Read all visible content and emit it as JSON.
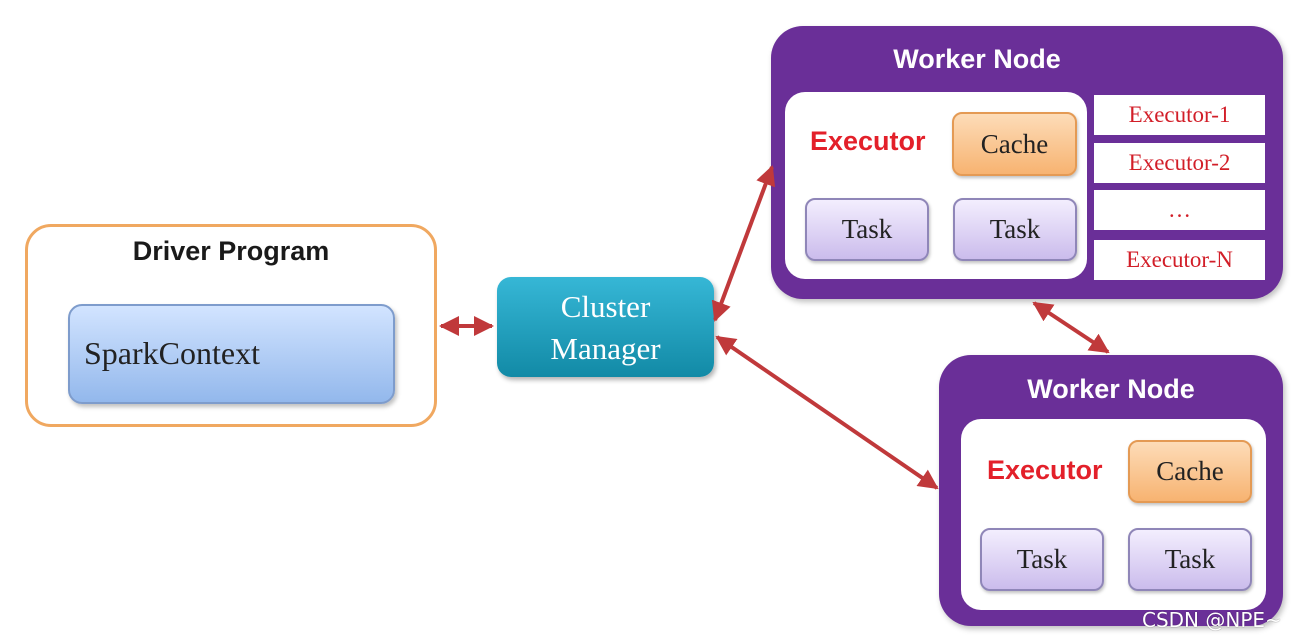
{
  "driver": {
    "title": "Driver Program",
    "context_label": "SparkContext"
  },
  "cluster_manager": {
    "line1": "Cluster",
    "line2": "Manager"
  },
  "worker_nodes": [
    {
      "title": "Worker Node",
      "executor_label": "Executor",
      "cache_label": "Cache",
      "tasks": [
        "Task",
        "Task"
      ],
      "executors_list": [
        "Executor-1",
        "Executor-2",
        "…",
        "Executor-N"
      ]
    },
    {
      "title": "Worker Node",
      "executor_label": "Executor",
      "cache_label": "Cache",
      "tasks": [
        "Task",
        "Task"
      ]
    }
  ],
  "watermark": "CSDN @NPE~",
  "colors": {
    "arrow": "#c0393b",
    "worker": "#6a2f98",
    "cluster": "#1b9cbd",
    "driver_border": "#f0a860",
    "executor_text": "#e3202a"
  }
}
